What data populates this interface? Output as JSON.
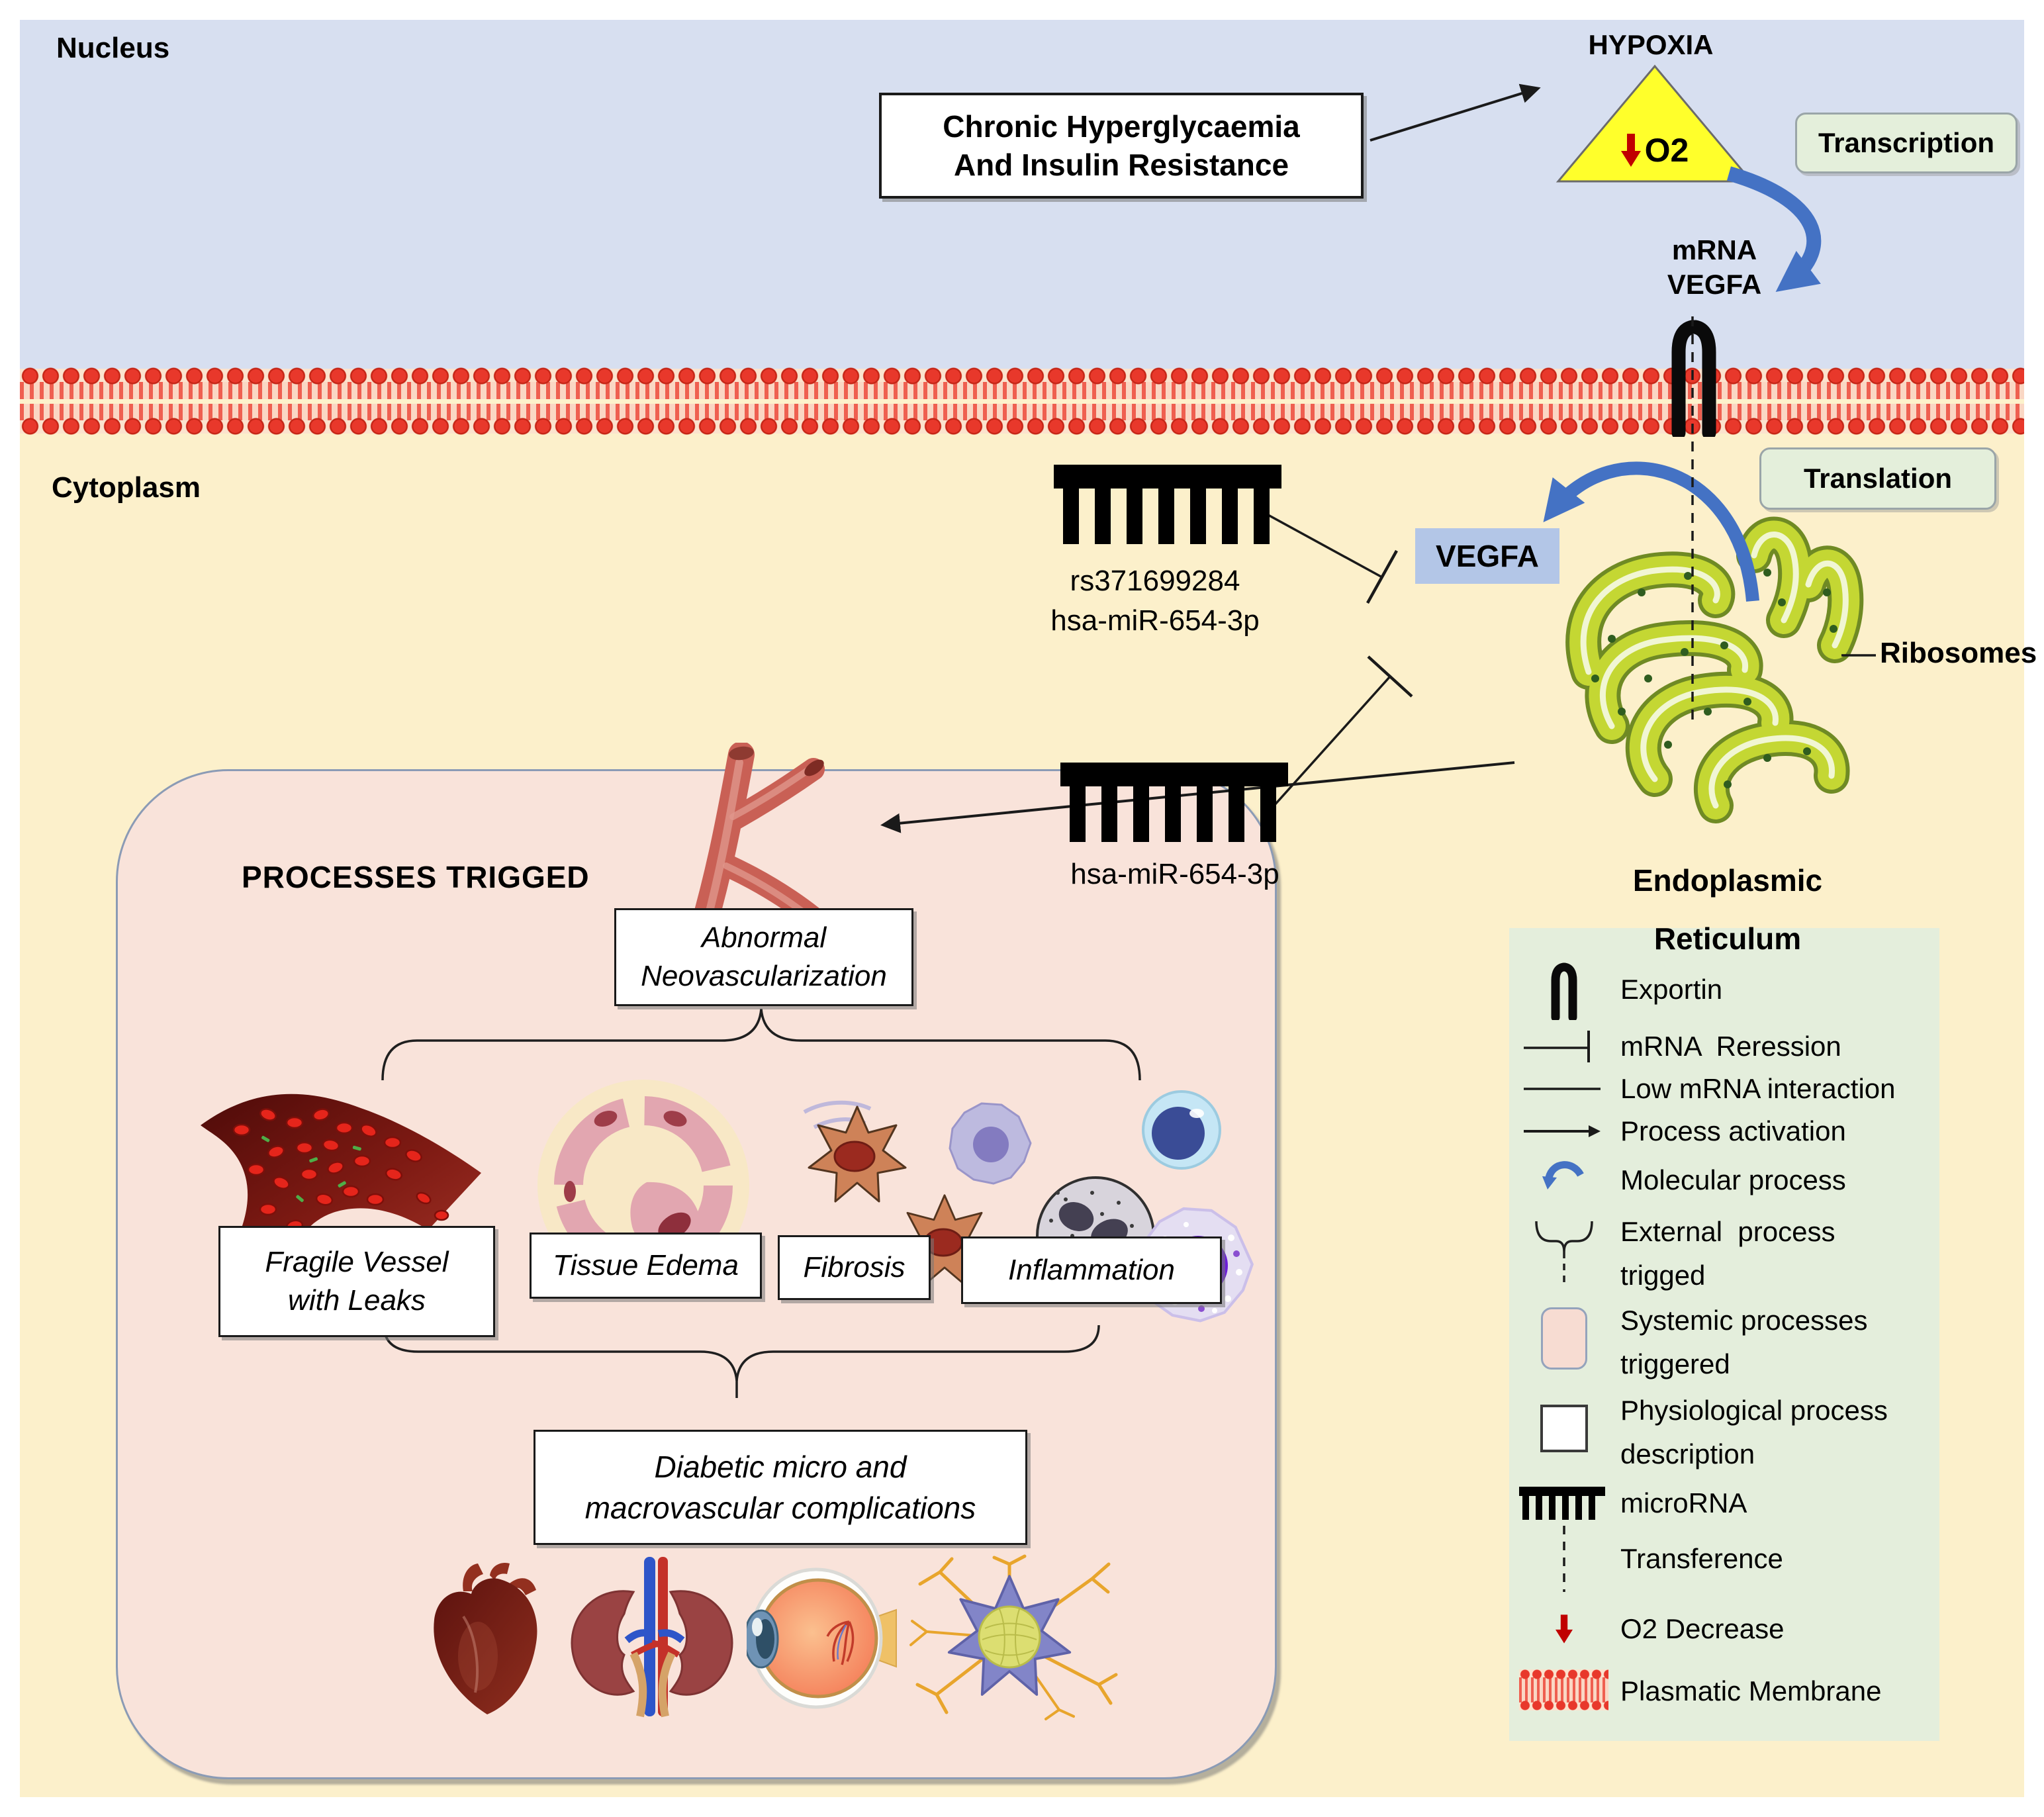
{
  "regions": {
    "nucleus_label": "Nucleus",
    "cytoplasm_label": "Cytoplasm"
  },
  "nucleus": {
    "chronic_line1": "Chronic Hyperglycaemia",
    "chronic_line2": "And Insulin Resistance",
    "hypoxia_label": "HYPOXIA",
    "o2_label": "O2",
    "transcription_label": "Transcription",
    "mrna_line1": "mRNA",
    "mrna_line2": "VEGFA"
  },
  "cytoplasm": {
    "translation_label": "Translation",
    "vegfa_label": "VEGFA",
    "mirna1_line1": "rs371699284",
    "mirna1_line2": "hsa-miR-654-3p",
    "mirna2_label": "hsa-miR-654-3p",
    "ribosomes_label": "Ribosomes",
    "er_line1": "Endoplasmic",
    "er_line2": "Reticulum"
  },
  "processes": {
    "title": "PROCESSES TRIGGED",
    "abnormal_line1": "Abnormal",
    "abnormal_line2": "Neovascularization",
    "fragile_line1": "Fragile Vessel",
    "fragile_line2": "with Leaks",
    "edema_label": "Tissue Edema",
    "fibrosis_label": "Fibrosis",
    "inflammation_label": "Inflammation",
    "outcome_line1": "Diabetic micro and",
    "outcome_line2": "macrovascular complications"
  },
  "legend": {
    "items": [
      {
        "icon": "exportin-icon",
        "label": "Exportin"
      },
      {
        "icon": "mrna-repression-icon",
        "label": "mRNA  Reression"
      },
      {
        "icon": "low-mrna-interaction-icon",
        "label": "Low mRNA interaction"
      },
      {
        "icon": "process-activation-icon",
        "label": "Process activation"
      },
      {
        "icon": "molecular-process-icon",
        "label": "Molecular process"
      },
      {
        "icon": "external-process-icon",
        "label": "External  process trigged"
      },
      {
        "icon": "systemic-process-icon",
        "label": "Systemic processes triggered"
      },
      {
        "icon": "physiological-process-icon",
        "label": "Physiological process description"
      },
      {
        "icon": "microrna-icon",
        "label": "microRNA"
      },
      {
        "icon": "transference-icon",
        "label": "Transference"
      },
      {
        "icon": "o2-decrease-icon",
        "label": "O2 Decrease"
      },
      {
        "icon": "plasmatic-membrane-icon",
        "label": "Plasmatic Membrane"
      }
    ]
  },
  "colors": {
    "nucleus_bg": "#D7DFF0",
    "cytoplasm_bg": "#FCF0CB",
    "membrane_red": "#E8382B",
    "processes_box_bg": "#F9E3DA",
    "legend_bg": "#E4EEDC",
    "green_label_bg": "#E4EFDB",
    "vegfa_box_blue": "#B3C6E7",
    "hypoxia_yellow": "#FFFF2B",
    "o2_arrow_red": "#C00000",
    "molecular_arrow_blue": "#4472C4",
    "er_green": "#C4D733"
  }
}
